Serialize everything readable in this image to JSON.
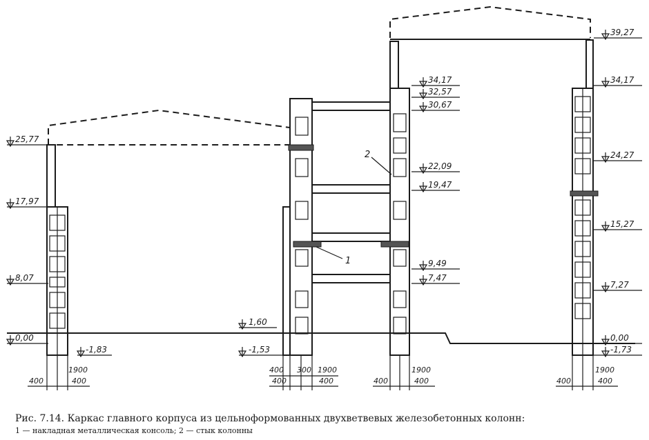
{
  "elevations": {
    "left": [
      "25,77",
      "17,97",
      "8,07",
      "0,00",
      "-1,83"
    ],
    "middle": [
      "34,17",
      "32,57",
      "30,67",
      "22,09",
      "19,47",
      "9,49",
      "7,47",
      "1,60",
      "-1,53"
    ],
    "right": [
      "39,27",
      "34,17",
      "24,27",
      "15,27",
      "7,27",
      "0,00",
      "-1,73"
    ]
  },
  "dimensions": {
    "left": [
      "400",
      "1900",
      "400"
    ],
    "middle_left": [
      "400",
      "300",
      "1900",
      "400",
      "400"
    ],
    "middle_right": [
      "400",
      "1900",
      "400"
    ],
    "right": [
      "400",
      "1900",
      "400"
    ]
  },
  "callouts": [
    "1",
    "2"
  ],
  "caption": {
    "line1": "Рис. 7.14. Каркас главного корпуса из цельноформованных двухветвевых железобетонных колонн:",
    "line2": "1 — накладная металлическая консоль; 2 — стык колонны"
  }
}
